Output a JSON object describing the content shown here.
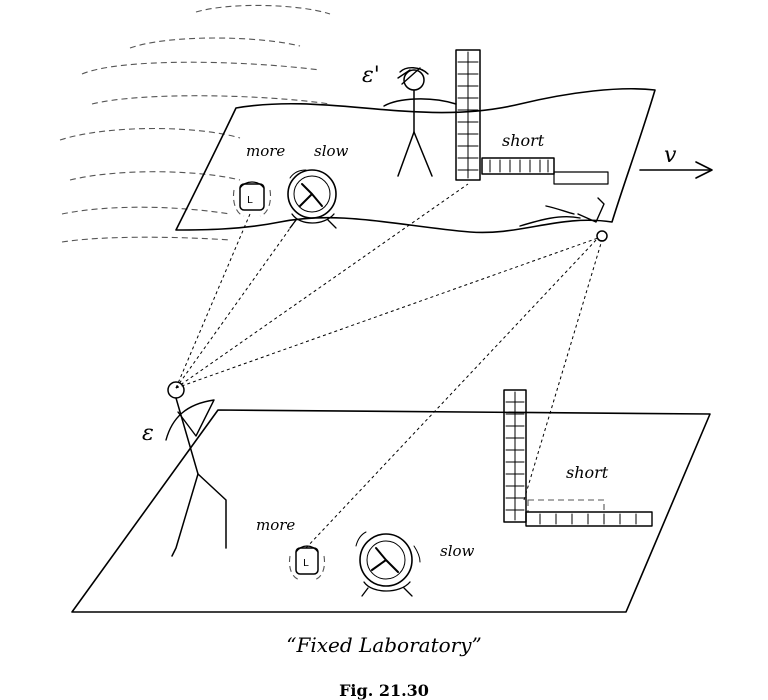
{
  "labels": {
    "observer_moving": "ε'",
    "observer_fixed": "ε",
    "velocity": "v",
    "more_top": "more",
    "slow_top": "slow",
    "short_top": "short",
    "more_bottom": "more",
    "slow_bottom": "slow",
    "short_bottom": "short",
    "cup_top": "L",
    "cup_bottom": "L",
    "caption": "“Fixed Laboratory”",
    "figure_number": "Fig. 21.30"
  }
}
